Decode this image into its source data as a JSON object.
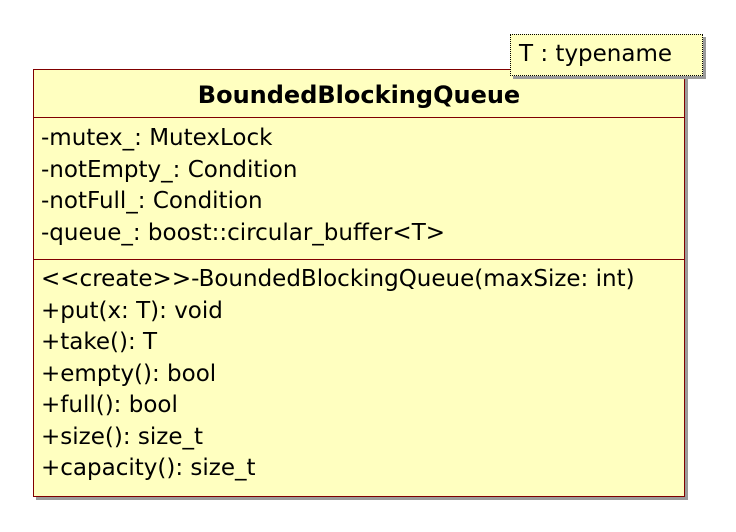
{
  "class": {
    "name": "BoundedBlockingQueue",
    "template_parameter": "T : typename",
    "attributes": [
      "-mutex_: MutexLock",
      "-notEmpty_: Condition",
      "-notFull_: Condition",
      "-queue_: boost::circular_buffer<T>"
    ],
    "operations": [
      "<<create>>-BoundedBlockingQueue(maxSize: int)",
      "+put(x: T): void",
      "+take(): T",
      "+empty(): bool",
      "+full(): bool",
      "+size(): size_t",
      "+capacity(): size_t"
    ]
  },
  "colors": {
    "fill": "#ffffc0",
    "border": "#800000",
    "shadow": "#9a9a9a"
  }
}
